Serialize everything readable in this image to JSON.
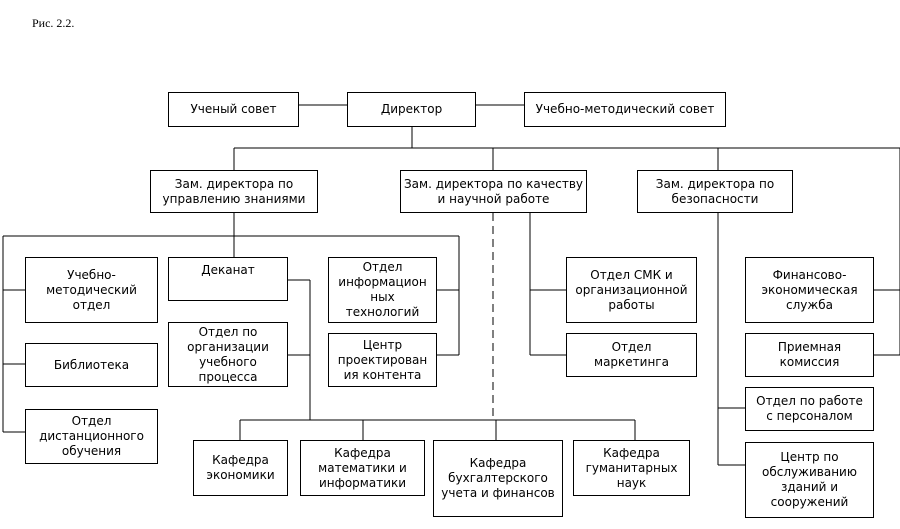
{
  "caption": "Рис. 2.2.",
  "nodes": {
    "academic_council": "Ученый совет",
    "director": "Директор",
    "methodical_council": "Учебно-методический совет",
    "deputy_knowledge": "Зам. директора по\nуправлению знаниями",
    "deputy_quality": "Зам. директора по качеству\nи научной работе",
    "deputy_security": "Зам. директора по\nбезопасности",
    "methodical_dept": "Учебно-\nметодический\nотдел",
    "library": "Библиотека",
    "distance_dept": "Отдел\nдистанционного\nобучения",
    "deanery": "Деканат",
    "study_process_dept": "Отдел по\nорганизации\nучебного\nпроцесса",
    "it_dept": "Отдел\nинформацион\nных\nтехнологий",
    "content_center": "Центр\nпроектирован\nия контента",
    "smk_dept": "Отдел СМК и\nорганизационной\nработы",
    "marketing_dept": "Отдел\nмаркетинга",
    "finance_service": "Финансово-\nэкономическая\nслужба",
    "admission_committee": "Приемная\nкомиссия",
    "hr_dept": "Отдел по работе\nс персоналом",
    "facilities_center": "Центр по\nобслуживанию\nзданий и\nсооружений",
    "chair_economics": "Кафедра\nэкономики",
    "chair_math_it": "Кафедра\nматематики и\nинформатики",
    "chair_accounting": "Кафедра\nбухгалтерского\nучета и финансов",
    "chair_humanities": "Кафедра\nгуманитарных\nнаук"
  }
}
